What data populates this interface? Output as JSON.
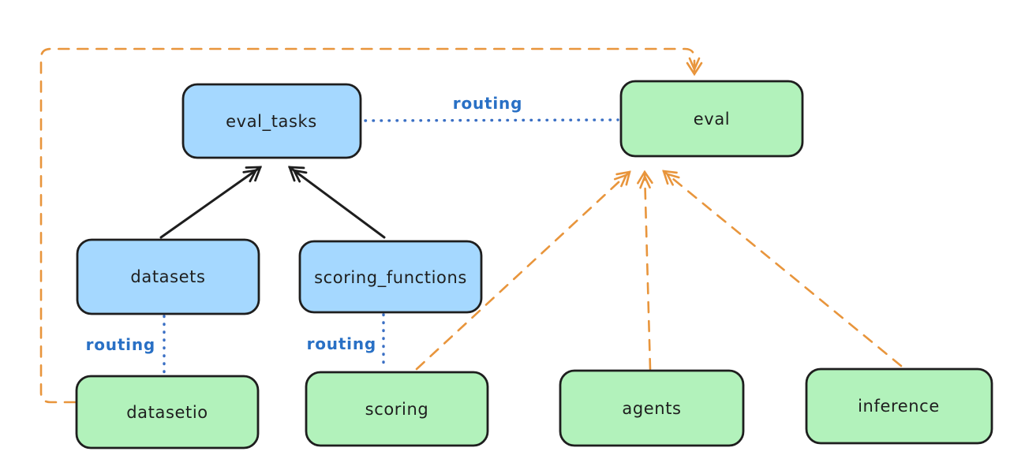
{
  "diagram": {
    "type": "architecture-routing-diagram",
    "colors": {
      "api_node_fill": "#a5d8ff",
      "provider_node_fill": "#b2f2bb",
      "node_stroke": "#1e1e1e",
      "solid_edge": "#1e1e1e",
      "dashed_edge": "#e8953c",
      "dotted_edge": "#3a6fc4",
      "routing_label_color": "#2970c5",
      "background": "#ffffff"
    },
    "nodes": [
      {
        "id": "eval_tasks",
        "label": "eval_tasks",
        "fill": "blue"
      },
      {
        "id": "eval",
        "label": "eval",
        "fill": "green"
      },
      {
        "id": "datasets",
        "label": "datasets",
        "fill": "blue"
      },
      {
        "id": "scoring_functions",
        "label": "scoring_functions",
        "fill": "blue"
      },
      {
        "id": "datasetio",
        "label": "datasetio",
        "fill": "green"
      },
      {
        "id": "scoring",
        "label": "scoring",
        "fill": "green"
      },
      {
        "id": "agents",
        "label": "agents",
        "fill": "green"
      },
      {
        "id": "inference",
        "label": "inference",
        "fill": "green"
      }
    ],
    "edges": [
      {
        "from": "datasets",
        "to": "eval_tasks",
        "style": "solid",
        "color": "black",
        "arrow": true,
        "label": ""
      },
      {
        "from": "scoring_functions",
        "to": "eval_tasks",
        "style": "solid",
        "color": "black",
        "arrow": true,
        "label": ""
      },
      {
        "from": "eval_tasks",
        "to": "eval",
        "style": "dotted",
        "color": "blue",
        "arrow": false,
        "label": "routing"
      },
      {
        "from": "datasets",
        "to": "datasetio",
        "style": "dotted",
        "color": "blue",
        "arrow": false,
        "label": "routing"
      },
      {
        "from": "scoring_functions",
        "to": "scoring",
        "style": "dotted",
        "color": "blue",
        "arrow": false,
        "label": "routing"
      },
      {
        "from": "datasetio",
        "to": "eval",
        "style": "dashed",
        "color": "orange",
        "arrow": true,
        "label": ""
      },
      {
        "from": "scoring",
        "to": "eval",
        "style": "dashed",
        "color": "orange",
        "arrow": true,
        "label": ""
      },
      {
        "from": "agents",
        "to": "eval",
        "style": "dashed",
        "color": "orange",
        "arrow": true,
        "label": ""
      },
      {
        "from": "inference",
        "to": "eval",
        "style": "dashed",
        "color": "orange",
        "arrow": true,
        "label": ""
      }
    ]
  }
}
